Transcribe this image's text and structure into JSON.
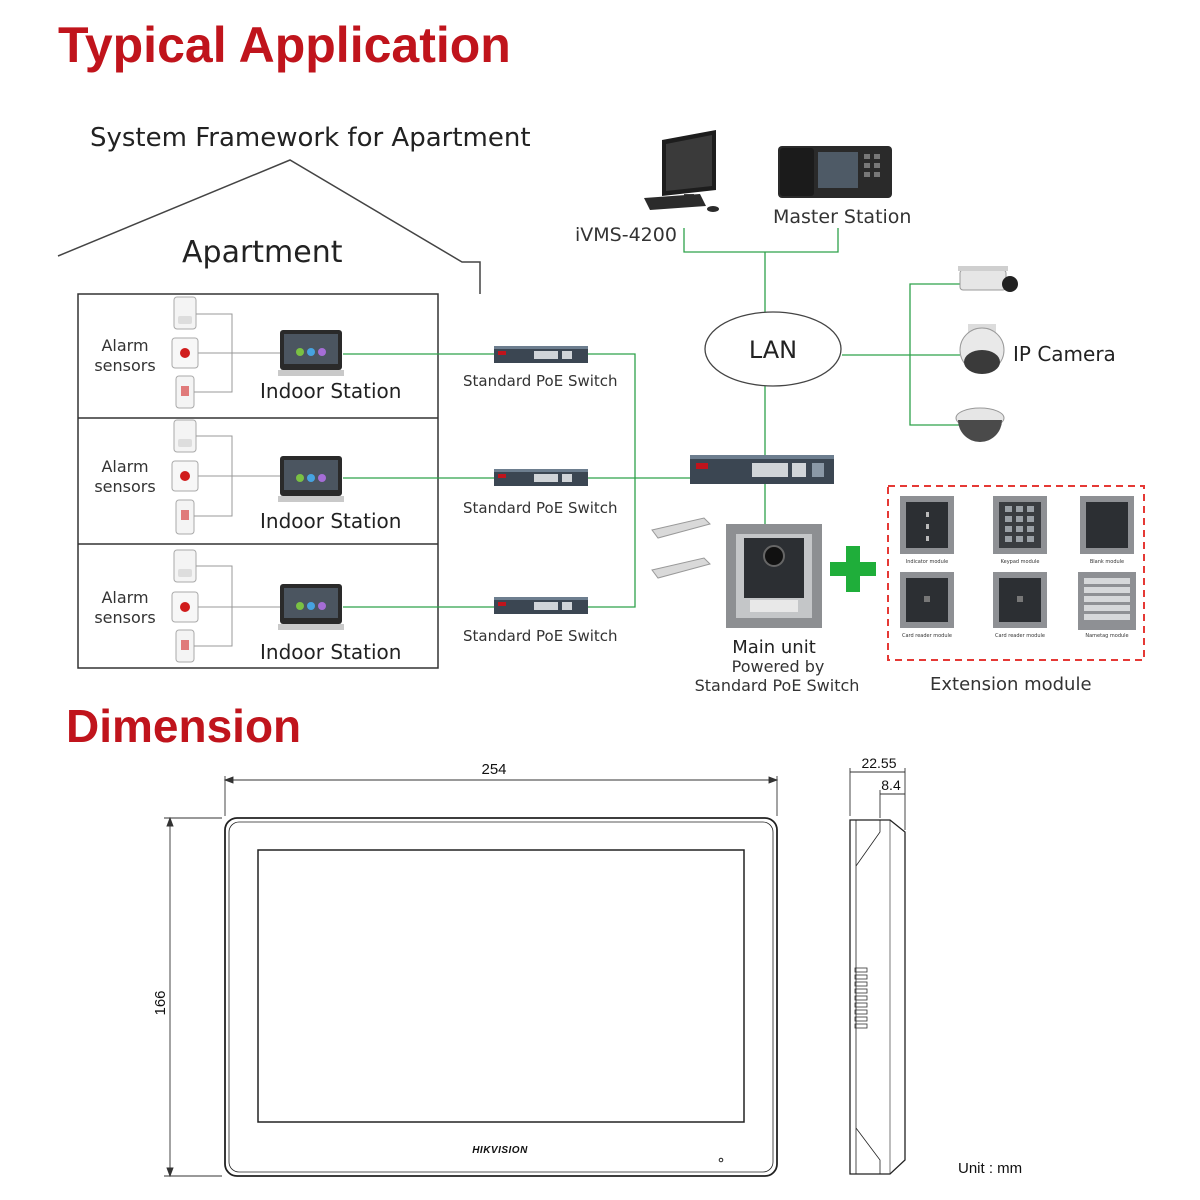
{
  "typical_application": {
    "heading": "Typical Application",
    "framework_title": "System Framework for Apartment",
    "apartment_label": "Apartment",
    "floors": [
      {
        "alarm_label_1": "Alarm",
        "alarm_label_2": "sensors",
        "indoor_label": "Indoor Station",
        "switch_label": "Standard PoE Switch"
      },
      {
        "alarm_label_1": "Alarm",
        "alarm_label_2": "sensors",
        "indoor_label": "Indoor Station",
        "switch_label": "Standard PoE Switch"
      },
      {
        "alarm_label_1": "Alarm",
        "alarm_label_2": "sensors",
        "indoor_label": "Indoor Station",
        "switch_label": "Standard PoE Switch"
      }
    ],
    "ivms_label": "iVMS-4200",
    "master_label": "Master Station",
    "lan_label": "LAN",
    "ip_camera_label": "IP Camera",
    "main_unit_label_1": "Main unit",
    "main_unit_label_2": "Powered by",
    "main_unit_label_3": "Standard PoE Switch",
    "extension_label": "Extension module",
    "module_captions": [
      "Indicator module",
      "Keypad module",
      "Blank module",
      "Card reader module",
      "Card reader module",
      "Nametag module"
    ],
    "colors": {
      "heading": "#c0141c",
      "link": "#2ea24a",
      "plus": "#1fae3a",
      "extension_border": "#e53935"
    }
  },
  "dimension": {
    "heading": "Dimension",
    "width_label": "254",
    "height_label": "166",
    "depth_label": "22.55",
    "depth_inner_label": "8.4",
    "brand_label": "HIKVISION",
    "unit_label": "Unit : mm"
  }
}
